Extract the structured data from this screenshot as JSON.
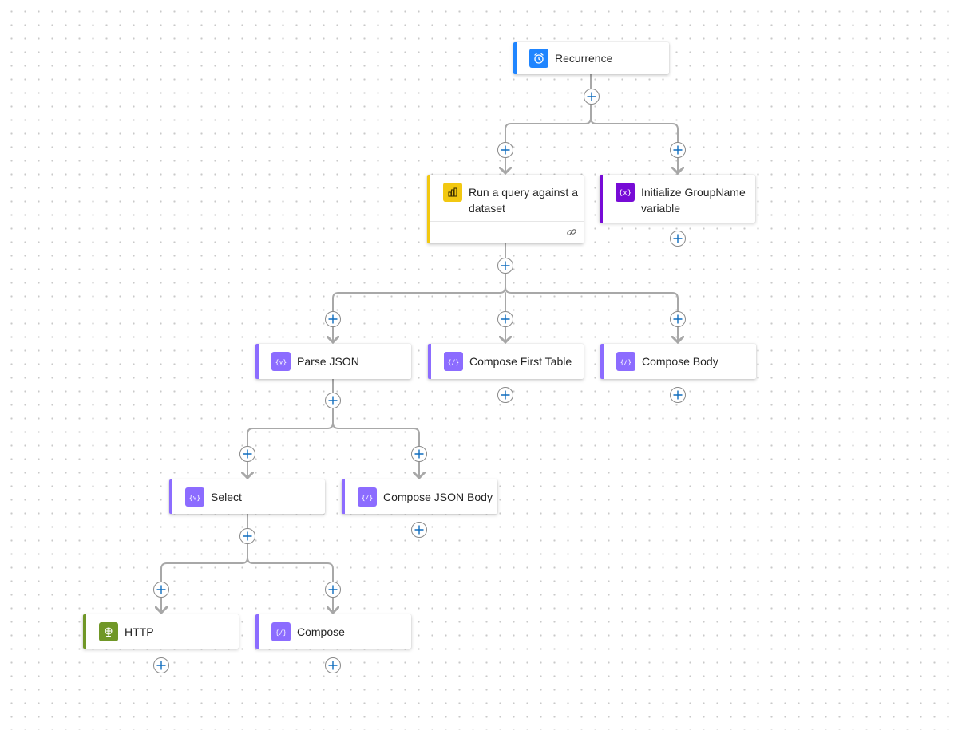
{
  "flow": {
    "actions": [
      {
        "id": "recurrence",
        "label": "Recurrence",
        "icon": "alarm-clock-icon",
        "accent": "#1f85ff",
        "icon_bg": "#1f85ff"
      },
      {
        "id": "run_query",
        "label": "Run a query against a dataset",
        "icon": "power-bi-icon",
        "accent": "#f2c811",
        "icon_bg": "#f2c811"
      },
      {
        "id": "init_groupname",
        "label": "Initialize GroupName variable",
        "icon": "variable-icon",
        "accent": "#770bd6",
        "icon_bg": "#770bd6"
      },
      {
        "id": "parse_json",
        "label": "Parse JSON",
        "icon": "data-operation-icon",
        "accent": "#8c6cff",
        "icon_bg": "#8c6cff"
      },
      {
        "id": "compose_first_table",
        "label": "Compose First Table",
        "icon": "data-operation-icon",
        "accent": "#8c6cff",
        "icon_bg": "#8c6cff"
      },
      {
        "id": "compose_body",
        "label": "Compose Body",
        "icon": "data-operation-icon",
        "accent": "#8c6cff",
        "icon_bg": "#8c6cff"
      },
      {
        "id": "select",
        "label": "Select",
        "icon": "data-operation-icon",
        "accent": "#8c6cff",
        "icon_bg": "#8c6cff"
      },
      {
        "id": "compose_json_body",
        "label": "Compose JSON Body",
        "icon": "data-operation-icon",
        "accent": "#8c6cff",
        "icon_bg": "#8c6cff"
      },
      {
        "id": "http",
        "label": "HTTP",
        "icon": "globe-icon",
        "accent": "#709727",
        "icon_bg": "#709727"
      },
      {
        "id": "compose",
        "label": "Compose",
        "icon": "data-operation-icon",
        "accent": "#8c6cff",
        "icon_bg": "#8c6cff"
      }
    ]
  },
  "colors": {
    "add_plus": "#0f6cbd",
    "connector": "#a8a8a8"
  }
}
